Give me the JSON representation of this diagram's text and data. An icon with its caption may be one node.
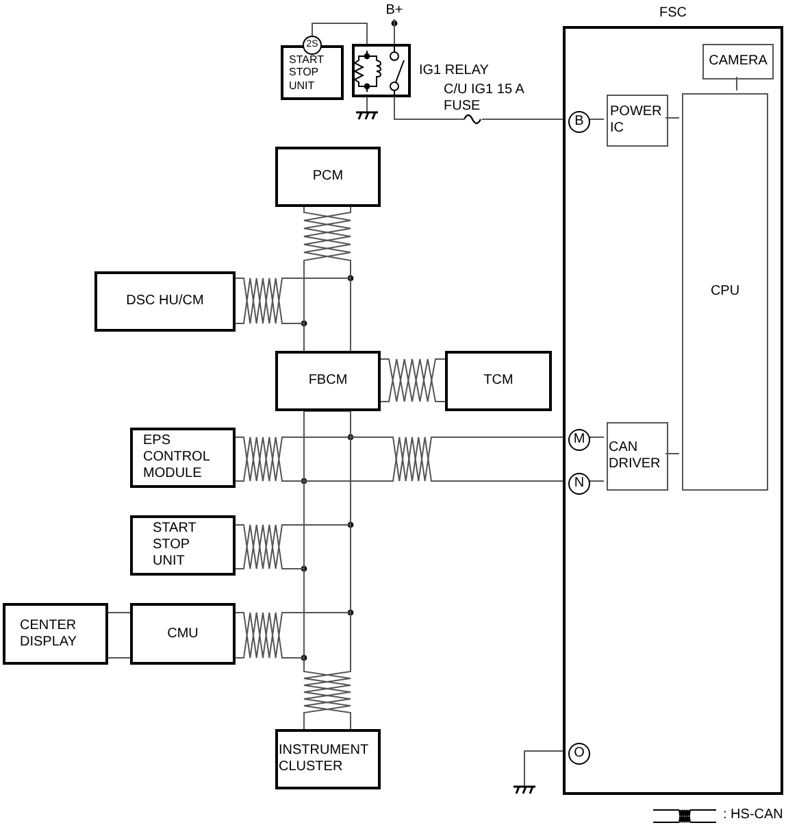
{
  "diagram": {
    "nodes": [
      {
        "text": [
          "FSC"
        ]
      },
      {
        "text": [
          "START STOP UNIT"
        ]
      },
      {
        "text": [
          "2S"
        ]
      },
      {
        "text": [],
        "shape": "box",
        "beside": [
          "IG1 RELAY"
        ]
      },
      {
        "text": [
          "B+"
        ]
      },
      {
        "text": [
          "B"
        ],
        "in": 0
      },
      {
        "text": [
          "POWER IC"
        ],
        "in": 0
      },
      {
        "text": [
          "CAMERA"
        ],
        "in": 0
      },
      {
        "text": [
          "CPU"
        ],
        "in": 0
      },
      {
        "text": [
          "M"
        ],
        "in": 0
      },
      {
        "text": [
          "N"
        ],
        "in": 0
      },
      {
        "text": [
          "CAN DRIVER"
        ],
        "in": 0
      },
      {
        "text": [
          "O"
        ],
        "in": 0
      },
      {
        "text": [
          "PCM"
        ]
      },
      {
        "text": [
          "DSC HU/CM"
        ]
      },
      {
        "text": [
          "FBCM"
        ]
      },
      {
        "text": [
          "TCM"
        ]
      },
      {
        "text": [
          "EPS CONTROL MODULE"
        ]
      },
      {
        "text": [
          "START STOP UNIT"
        ]
      },
      {
        "text": [
          "CENTER DISPLAY"
        ]
      },
      {
        "text": [
          "CMU"
        ]
      },
      {
        "text": [
          "INSTRUMENT CLUSTER"
        ]
      }
    ],
    "edges": [
      {
        "from": 4,
        "to": 3,
        "arrow": "none"
      },
      {
        "from": 2,
        "to": 3,
        "arrow": "none"
      },
      {
        "from": 3,
        "to": 5,
        "arrow": "none",
        "label": "C/U IG1 15 A FUSE"
      },
      {
        "from": 3,
        "to": null,
        "arrow": "none"
      },
      {
        "from": 5,
        "to": 6,
        "arrow": "none"
      },
      {
        "from": 6,
        "to": 8,
        "arrow": "none"
      },
      {
        "from": 7,
        "to": 8,
        "arrow": "none"
      },
      {
        "from": 9,
        "to": 11,
        "arrow": "none"
      },
      {
        "from": 10,
        "to": 11,
        "arrow": "none"
      },
      {
        "from": 11,
        "to": 8,
        "arrow": "none"
      },
      {
        "from": 12,
        "to": null,
        "arrow": "none"
      },
      {
        "from": 13,
        "to": 15,
        "arrow": "none"
      },
      {
        "from": 14,
        "to": 15,
        "arrow": "none"
      },
      {
        "from": 15,
        "to": 16,
        "arrow": "none"
      },
      {
        "from": 17,
        "to": 15,
        "arrow": "none"
      },
      {
        "from": 15,
        "to": 9,
        "arrow": "none"
      },
      {
        "from": 15,
        "to": 10,
        "arrow": "none"
      },
      {
        "from": 18,
        "to": 15,
        "arrow": "none"
      },
      {
        "from": 20,
        "to": 15,
        "arrow": "none"
      },
      {
        "from": 19,
        "to": 20,
        "arrow": "none"
      },
      {
        "from": 21,
        "to": 15,
        "arrow": "none"
      }
    ],
    "legend": [
      {
        "text": ": HS-CAN"
      }
    ]
  }
}
